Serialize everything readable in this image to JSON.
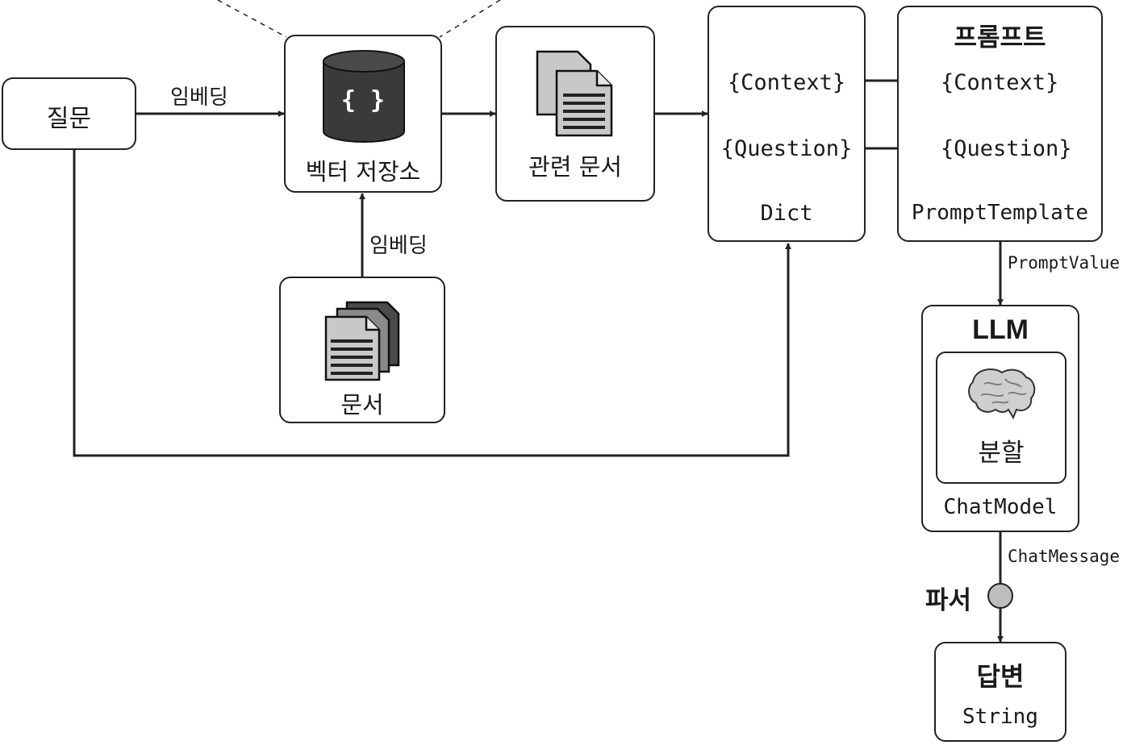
{
  "nodes": {
    "question": "질문",
    "vectorstore": "벡터 저장소",
    "db_glyph": "{ }",
    "related_docs": "관련 문서",
    "documents": "문서",
    "dict": {
      "context_key": "{Context}",
      "question_key": "{Question}",
      "type": "Dict"
    },
    "prompt": {
      "title": "프롬프트",
      "context_slot": "{Context}",
      "question_slot": "{Question}",
      "type": "PromptTemplate"
    },
    "llm": {
      "title": "LLM",
      "inner_label": "분할",
      "type": "ChatModel"
    },
    "answer": {
      "title": "답변",
      "type": "String"
    }
  },
  "edges": {
    "embed_question": "임베딩",
    "embed_documents": "임베딩",
    "prompt_to_llm": "PromptValue",
    "llm_to_parser": "ChatMessage",
    "parser": "파서"
  },
  "icons": {
    "database": "database-icon",
    "related_docs": "documents-stack-icon",
    "documents": "documents-stack-icon",
    "brain": "brain-icon",
    "parser": "circle-node-icon"
  },
  "colors": {
    "stroke": "#222222",
    "db_fill": "#3a3a3a",
    "doc_fill": "#c8c8c8",
    "parser_fill": "#bdbdbd"
  }
}
